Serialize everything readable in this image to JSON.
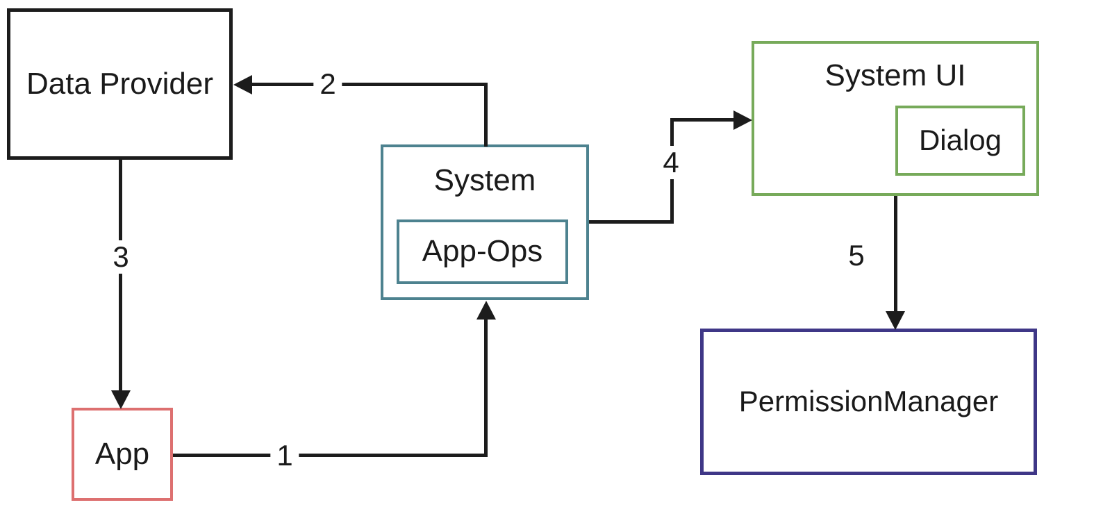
{
  "diagram": {
    "background_color": "#ffffff",
    "line_color": "#1c1c1c",
    "text_color": "#1a1a1a"
  },
  "nodes": {
    "data_provider": {
      "label": "Data Provider",
      "border_color": "#1c1c1c"
    },
    "app": {
      "label": "App",
      "border_color": "#dd7070"
    },
    "system": {
      "label": "System",
      "border_color": "#4d828f"
    },
    "app_ops": {
      "label": "App-Ops",
      "border_color": "#4d828f"
    },
    "system_ui": {
      "label": "System UI",
      "border_color": "#77aa5a"
    },
    "dialog": {
      "label": "Dialog",
      "border_color": "#77aa5a"
    },
    "permission_manager": {
      "label": "PermissionManager",
      "border_color": "#3f3787"
    }
  },
  "edges": {
    "e1": {
      "label": "1",
      "from": "App",
      "to": "System"
    },
    "e2": {
      "label": "2",
      "from": "System",
      "to": "Data Provider"
    },
    "e3": {
      "label": "3",
      "from": "Data Provider",
      "to": "App"
    },
    "e4": {
      "label": "4",
      "from": "System",
      "to": "System UI"
    },
    "e5": {
      "label": "5",
      "from": "System UI",
      "to": "PermissionManager"
    }
  }
}
